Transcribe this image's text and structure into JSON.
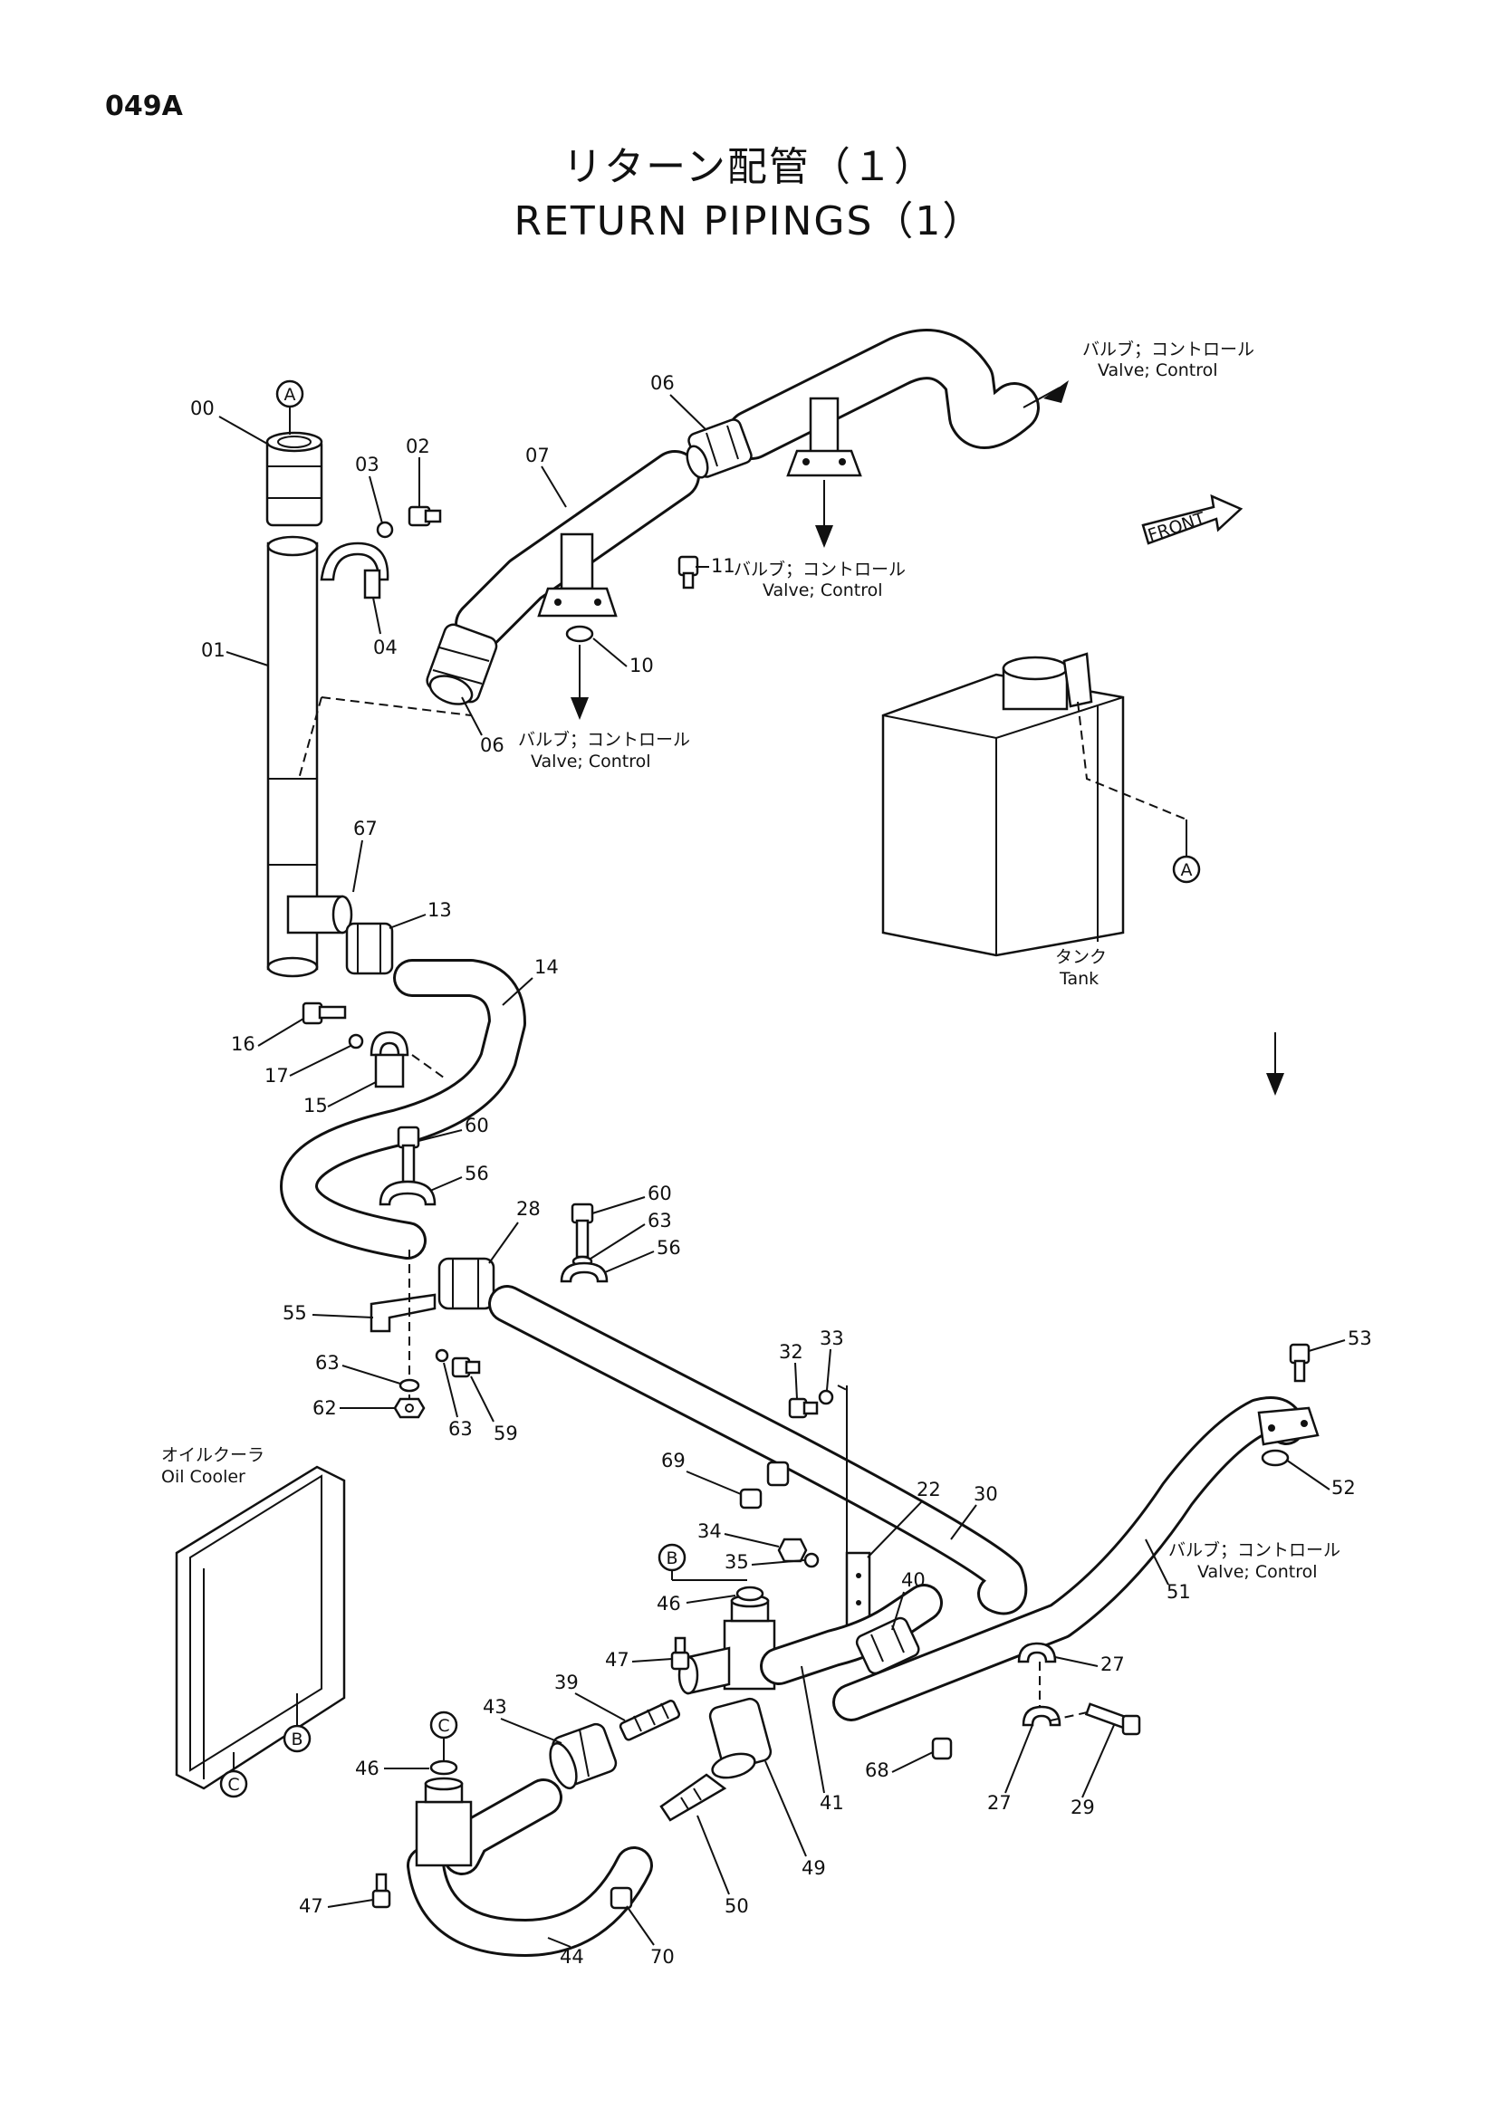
{
  "page_code": "049A",
  "title": {
    "ja": "リターン配管（１）",
    "en": "RETURN PIPINGS（1）"
  },
  "callouts": {
    "valve_control_ja": "バルブ；コントロール",
    "valve_control_en": "Valve; Control",
    "tank_ja": "タンク",
    "tank_en": "Tank",
    "oil_cooler_ja": "オイルクーラ",
    "oil_cooler_en": "Oil Cooler",
    "front": "FRONT"
  },
  "connection_markers": [
    "A",
    "B",
    "C"
  ],
  "part_numbers": {
    "p00": "00",
    "p01": "01",
    "p02": "02",
    "p03": "03",
    "p04": "04",
    "p06": "06",
    "p07": "07",
    "p10": "10",
    "p11": "11",
    "p13": "13",
    "p14": "14",
    "p15": "15",
    "p16": "16",
    "p17": "17",
    "p22": "22",
    "p27": "27",
    "p28": "28",
    "p29": "29",
    "p30": "30",
    "p32": "32",
    "p33": "33",
    "p34": "34",
    "p35": "35",
    "p39": "39",
    "p40": "40",
    "p41": "41",
    "p43": "43",
    "p44": "44",
    "p46": "46",
    "p47": "47",
    "p49": "49",
    "p50": "50",
    "p51": "51",
    "p52": "52",
    "p53": "53",
    "p55": "55",
    "p56": "56",
    "p59": "59",
    "p60": "60",
    "p62": "62",
    "p63": "63",
    "p67": "67",
    "p68": "68",
    "p69": "69",
    "p70": "70"
  }
}
